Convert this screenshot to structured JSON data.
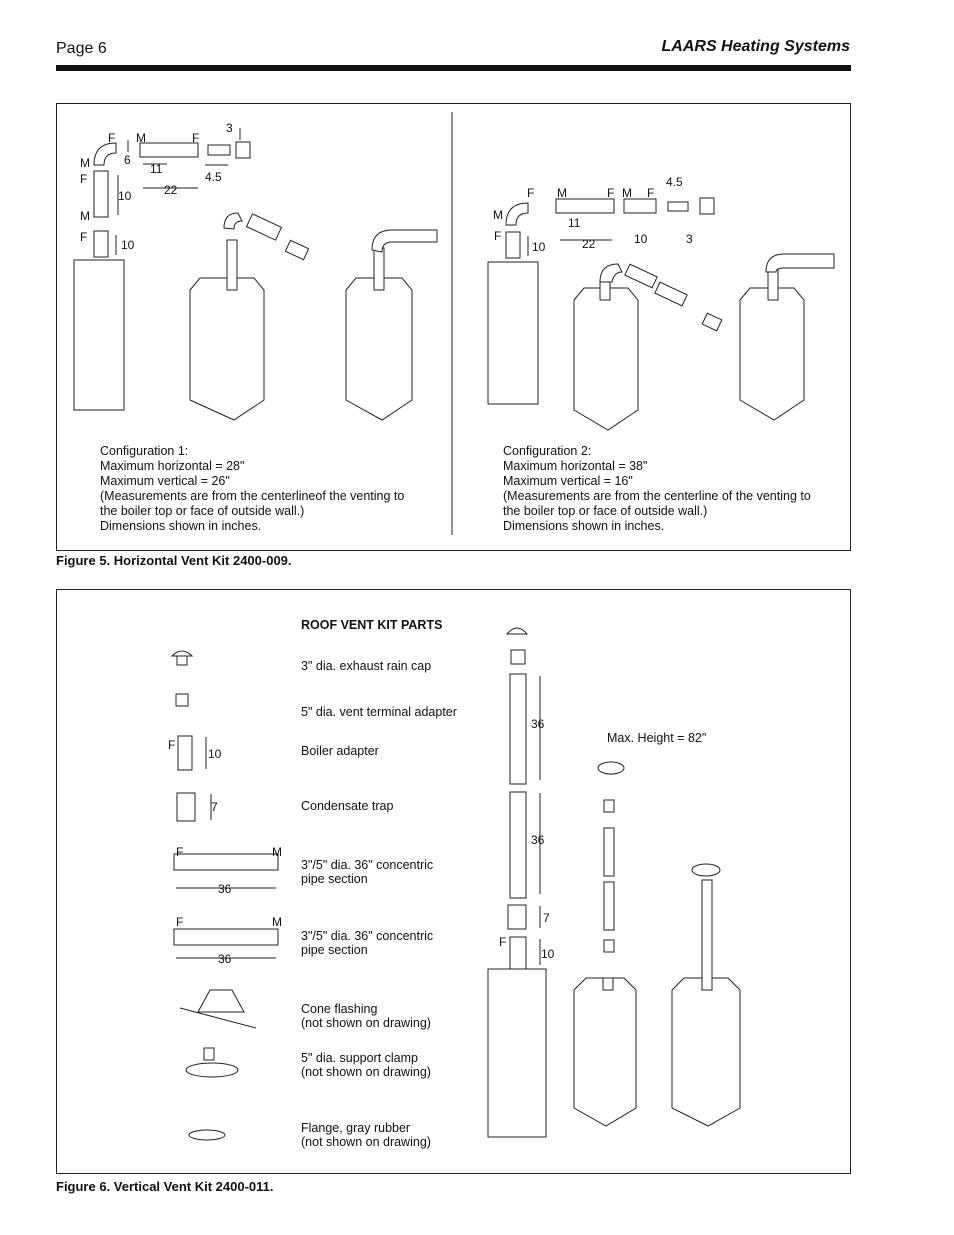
{
  "header": {
    "page": "Page 6",
    "brand": "LAARS Heating Systems"
  },
  "fig5": {
    "caption": "Figure 5. Horizontal Vent Kit 2400-009.",
    "config1": [
      "Configuration 1:",
      "Maximum horizontal = 28\"",
      "Maximum vertical = 26\"",
      "(Measurements are from the centerlineof the venting to",
      "the boiler top or face of outside wall.)",
      "Dimensions shown in inches."
    ],
    "config2": [
      "Configuration 2:",
      "Maximum horizontal = 38\"",
      "Maximum vertical = 16\"",
      "(Measurements are from the centerline of the venting to",
      "the boiler top or face of outside wall.)",
      "Dimensions shown in inches."
    ],
    "left_dims": {
      "f": "F",
      "m": "M",
      "d3": "3",
      "d6": "6",
      "d11": "11",
      "d22": "22",
      "d45": "4.5",
      "d10a": "10",
      "d10b": "10"
    },
    "right_dims": {
      "f": "F",
      "m": "M",
      "d45": "4.5",
      "d11": "11",
      "d22": "22",
      "d10a": "10",
      "d10b": "10",
      "d3": "3"
    }
  },
  "fig6": {
    "caption": "Figure 6. Vertical Vent Kit 2400-011.",
    "parts_title": "ROOF VENT KIT PARTS",
    "parts": [
      [
        "3\" dia. exhaust rain cap"
      ],
      [
        "5\" dia. vent terminal adapter"
      ],
      [
        "Boiler adapter"
      ],
      [
        "Condensate trap"
      ],
      [
        "3\"/5\" dia. 36\" concentric",
        "pipe section"
      ],
      [
        "3\"/5\" dia. 36\" concentric",
        "pipe section"
      ],
      [
        "Cone flashing",
        "(not shown on drawing)"
      ],
      [
        "5\" dia. support clamp",
        "(not shown on drawing)"
      ],
      [
        "Flange, gray rubber",
        "(not shown on drawing)"
      ]
    ],
    "max_height": "Max. Height = 82\"",
    "dims": {
      "f": "F",
      "m": "M",
      "d10": "10",
      "d7": "7",
      "d36": "36"
    }
  }
}
